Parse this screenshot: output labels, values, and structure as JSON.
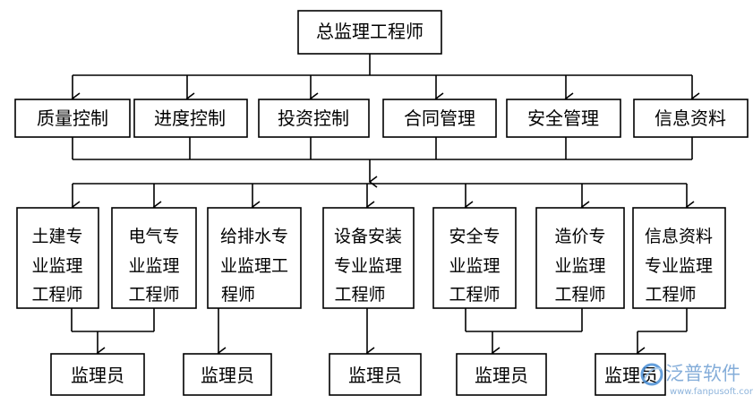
{
  "top": {
    "label": "总监理工程师"
  },
  "departments": [
    {
      "label": "质量控制"
    },
    {
      "label": "进度控制"
    },
    {
      "label": "投资控制"
    },
    {
      "label": "合同管理"
    },
    {
      "label": "安全管理"
    },
    {
      "label": "信息资料"
    }
  ],
  "engineers": [
    {
      "lines": [
        "土建专",
        "业监理",
        "工程师"
      ]
    },
    {
      "lines": [
        "电气专",
        "业监理",
        "工程师"
      ]
    },
    {
      "lines": [
        "给排水专",
        "业监理工",
        "程师"
      ]
    },
    {
      "lines": [
        "设备安装",
        "专业监理",
        "工程师"
      ]
    },
    {
      "lines": [
        "安全专",
        "业监理",
        "工程师"
      ]
    },
    {
      "lines": [
        "造价专",
        "业监理",
        "工程师"
      ]
    },
    {
      "lines": [
        "信息资料",
        "专业监理",
        "工程师"
      ]
    }
  ],
  "supervisors": [
    {
      "label": "监理员"
    },
    {
      "label": "监理员"
    },
    {
      "label": "监理员"
    },
    {
      "label": "监理员"
    },
    {
      "label": "监理员"
    }
  ],
  "watermark": {
    "brand": "泛普软件",
    "url": "www.fanpusoft.com",
    "logo_color": "#4a8fd6"
  }
}
